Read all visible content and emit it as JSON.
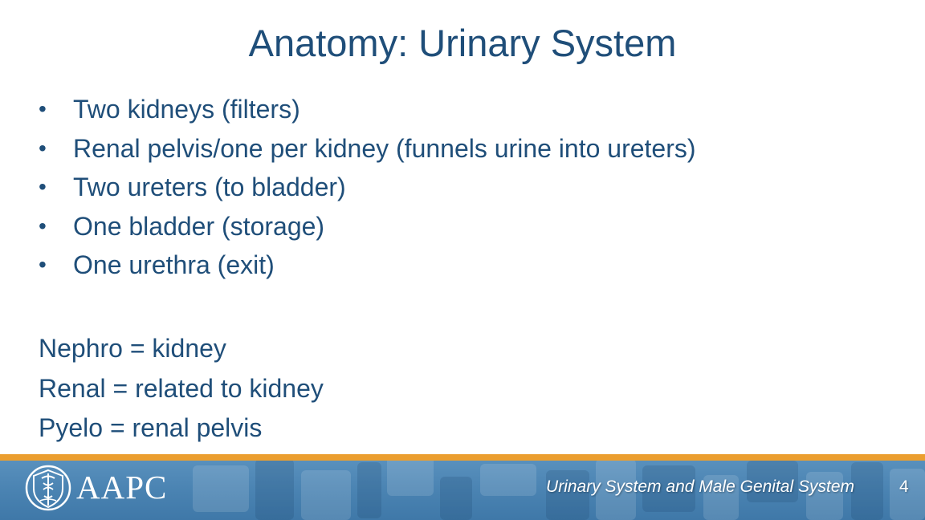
{
  "slide": {
    "title": "Anatomy: Urinary System",
    "bullets": [
      "Two kidneys (filters)",
      "Renal pelvis/one per kidney (funnels urine into ureters)",
      "Two ureters (to bladder)",
      "One bladder (storage)",
      "One urethra (exit)"
    ],
    "bullet_glyph": "•",
    "terms": [
      "Nephro = kidney",
      "Renal = related to kidney",
      "Pyelo = renal pelvis"
    ]
  },
  "footer": {
    "logo_text": "AAPC",
    "logo_icon": "caduceus-shield-icon",
    "caption": "Urinary System and Male Genital System",
    "page_number": "4"
  },
  "colors": {
    "text": "#1f4e79",
    "footer_band": "#4a83b2",
    "footer_stripe": "#eb9e2f"
  }
}
